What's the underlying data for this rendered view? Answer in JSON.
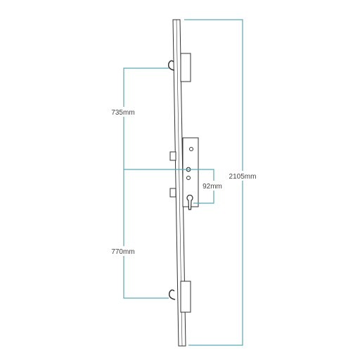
{
  "colors": {
    "dimension_line": "#5aa6b4",
    "outline": "#333333",
    "label": "#444444"
  },
  "dimensions": {
    "hook_spacing_top": "735mm",
    "hook_spacing_bottom": "770mm",
    "backset": "92mm",
    "overall_length": "2105mm"
  }
}
